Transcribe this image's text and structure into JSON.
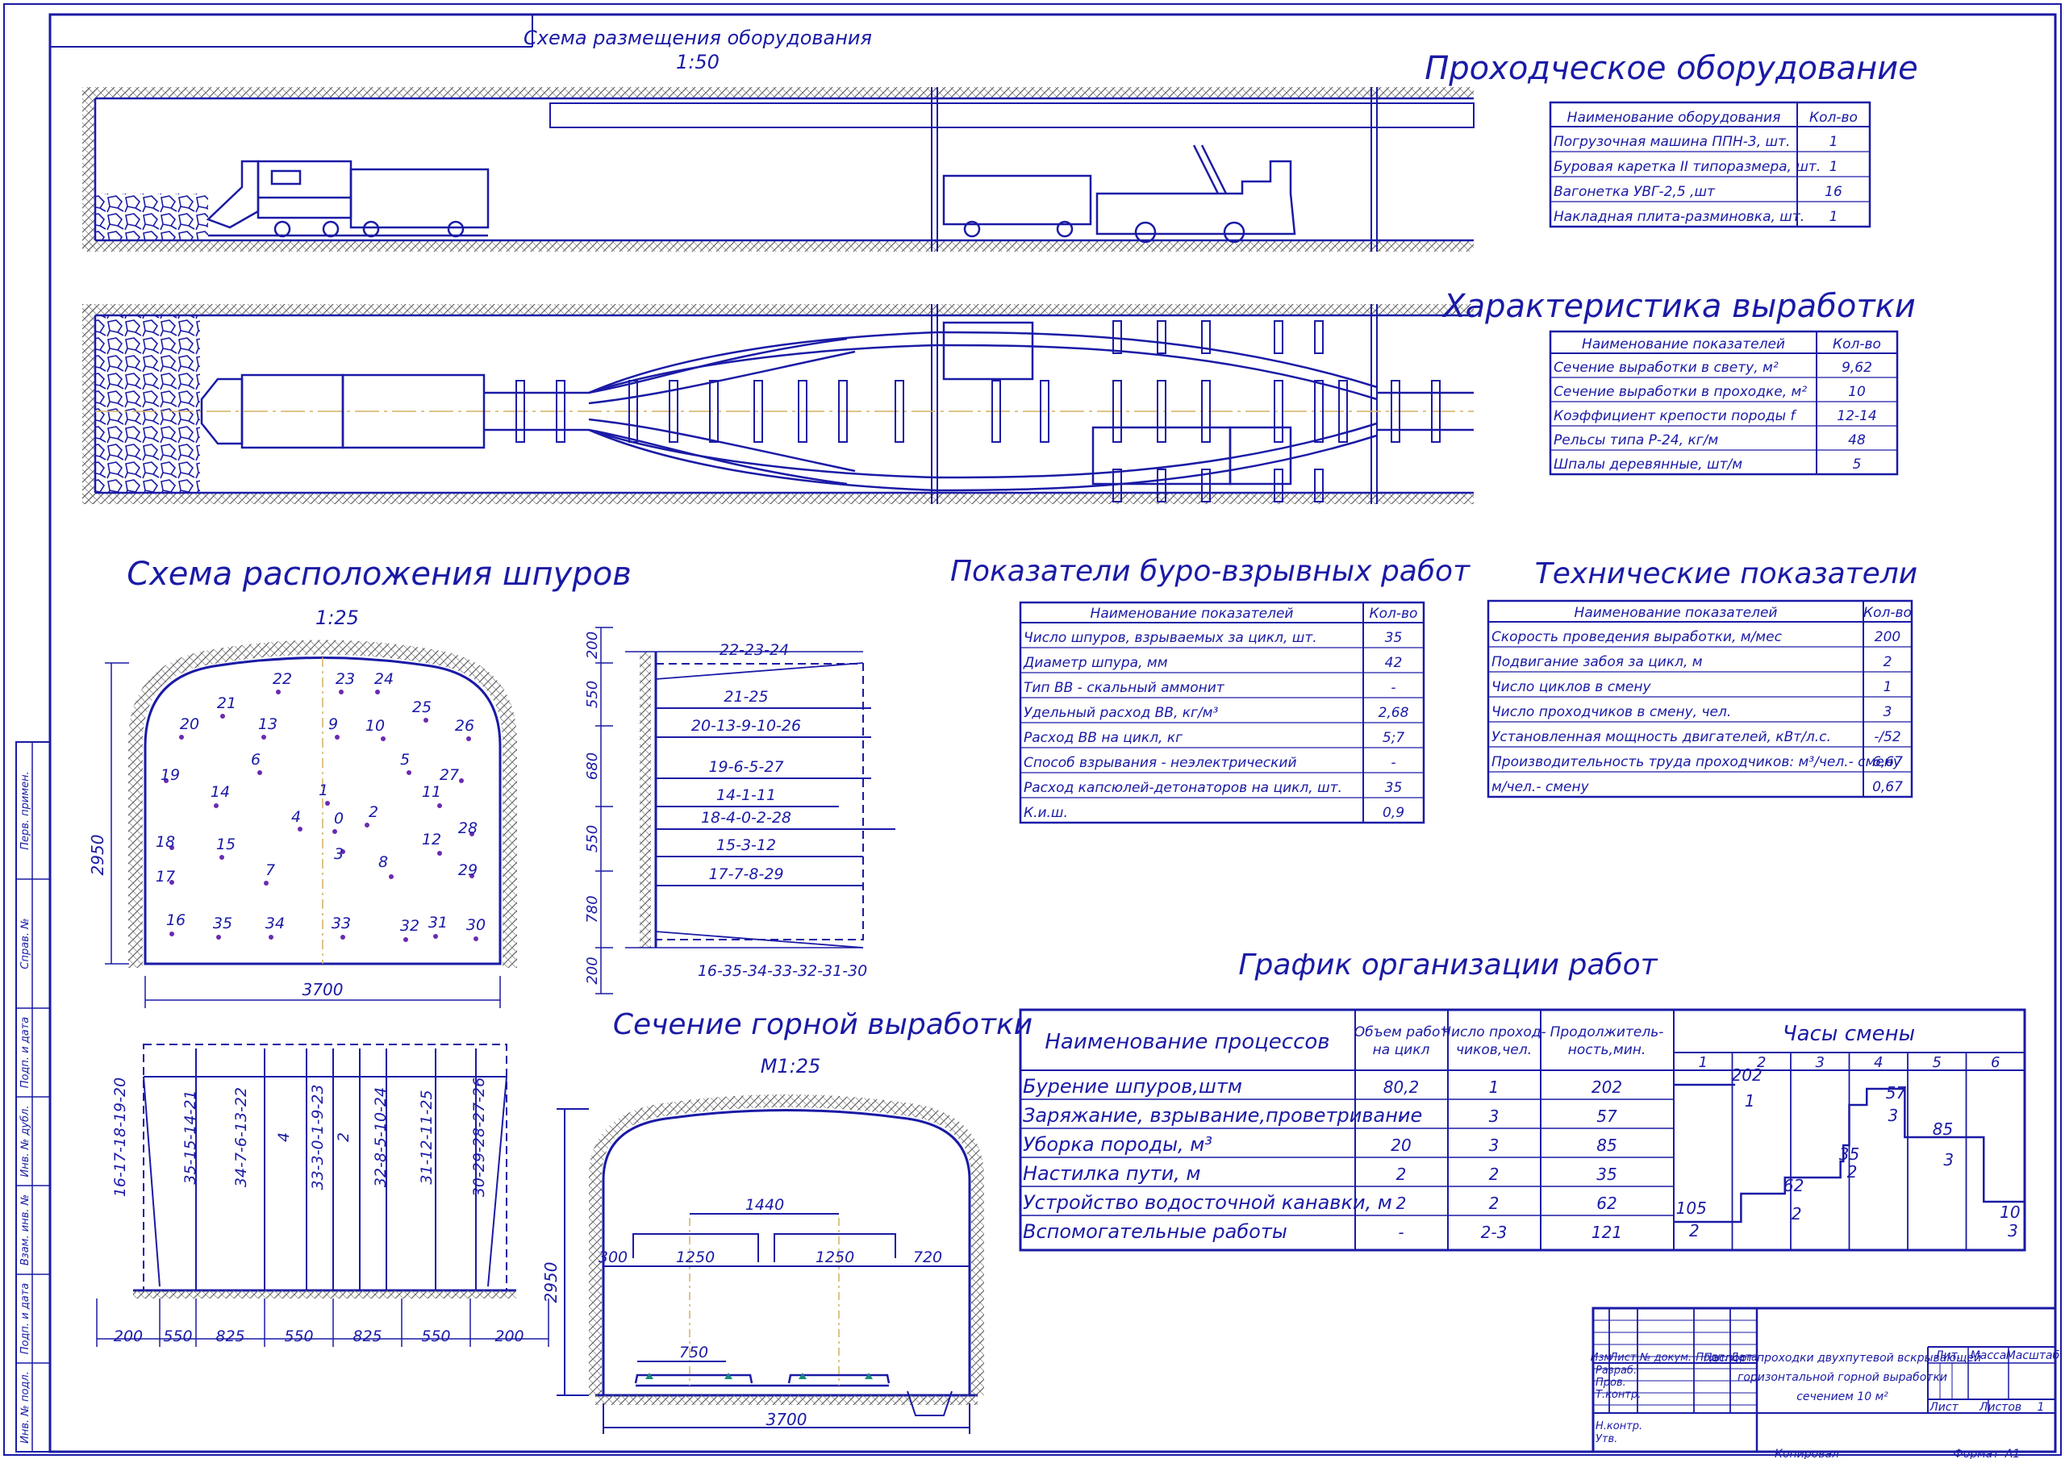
{
  "colors": {
    "line": "#1a1aa6",
    "hatch": "#555555",
    "axis": "#d4b060",
    "rail": "#1a8a7a"
  },
  "plan": {
    "title": "Схема размещения оборудования",
    "scale": "1:50"
  },
  "equipment": {
    "title": "Проходческое оборудование",
    "headers": [
      "Наименование оборудования",
      "Кол-во"
    ],
    "rows": [
      [
        "Погрузочная машина ППН-3, шт.",
        "1"
      ],
      [
        "Буровая каретка II типоразмера, шт.",
        "1"
      ],
      [
        "Вагонетка УВГ-2,5 ,шт",
        "16"
      ],
      [
        "Накладная плита-разминовка, шт.",
        "1"
      ]
    ]
  },
  "workings": {
    "title": "Характеристика выработки",
    "headers": [
      "Наименование показателей",
      "Кол-во"
    ],
    "rows": [
      [
        "Сечение выработки в свету, м²",
        "9,62"
      ],
      [
        "Сечение выработки в проходке, м²",
        "10"
      ],
      [
        "Коэффициент крепости породы f",
        "12-14"
      ],
      [
        "Рельсы типа Р-24, кг/м",
        "48"
      ],
      [
        "Шпалы деревянные, шт/м",
        "5"
      ]
    ]
  },
  "drilling": {
    "title": "Показатели буро-взрывных работ",
    "headers": [
      "Наименование показателей",
      "Кол-во"
    ],
    "rows": [
      [
        "Число шпуров, взрываемых за цикл, шт.",
        "35"
      ],
      [
        "Диаметр шпура, мм",
        "42"
      ],
      [
        "Тип ВВ - скальный аммонит",
        "-"
      ],
      [
        "Удельный расход ВВ, кг/м³",
        "2,68"
      ],
      [
        "Расход ВВ на цикл, кг",
        "5;7"
      ],
      [
        "Способ взрывания - неэлектрический",
        "-"
      ],
      [
        "Расход капсюлей-детонаторов на цикл, шт.",
        "35"
      ],
      [
        "К.и.ш.",
        "0,9"
      ]
    ]
  },
  "technical": {
    "title": "Технические показатели",
    "headers": [
      "Наименование показателей",
      "Кол-во"
    ],
    "rows": [
      [
        "Скорость проведения выработки, м/мес",
        "200"
      ],
      [
        "Подвигание забоя за цикл, м",
        "2"
      ],
      [
        "Число циклов в смену",
        "1"
      ],
      [
        "Число проходчиков в смену, чел.",
        "3"
      ],
      [
        "Установленная мощность двигателей, кВт/л.с.",
        "-/52"
      ],
      [
        "Производительность труда проходчиков: м³/чел.- смену",
        "6,67"
      ],
      [
        "м/чел.- смену",
        "0,67"
      ]
    ]
  },
  "holes": {
    "title": "Схема расположения шпуров",
    "scale": "1:25",
    "width": "3700",
    "height": "2950",
    "labels": [
      "22",
      "23",
      "24",
      "21",
      "25",
      "20",
      "26",
      "13",
      "9",
      "10",
      "19",
      "6",
      "5",
      "27",
      "14",
      "1",
      "11",
      "4",
      "0",
      "2",
      "18",
      "15",
      "3",
      "28",
      "12",
      "17",
      "7",
      "8",
      "29",
      "16",
      "35",
      "34",
      "33",
      "32",
      "31",
      "30"
    ],
    "side_dims": [
      "200",
      "550",
      "680",
      "550",
      "780",
      "200"
    ],
    "groups": [
      "22-23-24",
      "21-25",
      "20-13-9-10-26",
      "19-6-5-27",
      "14-1-11",
      "18-4-0-2-28",
      "15-3-12",
      "17-7-8-29",
      "16-35-34-33-32-31-30"
    ]
  },
  "plan_section": {
    "groups": [
      "16-17-18-19-20",
      "35-15-14-21",
      "34-7-6-13-22",
      "4",
      "33-3-0-1-9-23",
      "2",
      "32-8-5-10-24",
      "31-12-11-25",
      "30-29-28-27-26"
    ],
    "dims": [
      "200",
      "550",
      "825",
      "550",
      "825",
      "550",
      "200"
    ]
  },
  "section": {
    "title": "Сечение горной выработки",
    "scale": "М1:25",
    "dims": {
      "track": "1440",
      "left": "300",
      "g1": "1250",
      "g2": "1250",
      "right": "720",
      "rail": "750",
      "height": "2950",
      "width": "3700"
    }
  },
  "schedule": {
    "title": "График организации работ",
    "headers": {
      "process": "Наименование процессов",
      "volume": "Объем работ на цикл",
      "workers": "Число проход- чиков,чел.",
      "duration": "Продолжитель- ность,мин.",
      "hours": "Часы смены"
    },
    "hour_cols": [
      "1",
      "2",
      "3",
      "4",
      "5",
      "6"
    ],
    "rows": [
      {
        "name": "Бурение шпуров,штм",
        "volume": "80,2",
        "workers": "1",
        "duration": "202"
      },
      {
        "name": "Заряжание, взрывание,проветривание",
        "volume": "-",
        "workers": "3",
        "duration": "57"
      },
      {
        "name": "Уборка породы, м³",
        "volume": "20",
        "workers": "3",
        "duration": "85"
      },
      {
        "name": "Настилка пути, м",
        "volume": "2",
        "workers": "2",
        "duration": "35"
      },
      {
        "name": "Устройство водосточной канавки, м",
        "volume": "2",
        "workers": "2",
        "duration": "62"
      },
      {
        "name": "Вспомогательные работы",
        "volume": "-",
        "workers": "2-3",
        "duration": "121"
      }
    ],
    "chart_labels": [
      {
        "t": "202",
        "h": 1.25
      },
      {
        "t": "1",
        "h": 1.3
      },
      {
        "t": "57",
        "h": 3.8
      },
      {
        "t": "3",
        "h": 3.75
      },
      {
        "t": "85",
        "h": 4.6
      },
      {
        "t": "3",
        "h": 4.7
      },
      {
        "t": "35",
        "h": 3.0
      },
      {
        "t": "2",
        "h": 3.05
      },
      {
        "t": "62",
        "h": 2.05
      },
      {
        "t": "2",
        "h": 2.1
      },
      {
        "t": "105",
        "h": 0.3
      },
      {
        "t": "2",
        "h": 0.35
      },
      {
        "t": "10",
        "h": 5.75
      },
      {
        "t": "3",
        "h": 5.8
      }
    ]
  },
  "title_block": {
    "description": "Паспорт проходки двухпутевой вскрывающей горизонтальной горной выработки сечением 10 м²",
    "cols": [
      "Изм",
      "Лист",
      "№ докум.",
      "Подп.",
      "Дата"
    ],
    "roles": [
      "Разраб.",
      "Пров.",
      "Т.контр.",
      "Н.контр.",
      "Утв."
    ],
    "lit": "Лит.",
    "mass": "Масса",
    "scale": "Масштаб",
    "sheet": "Лист",
    "sheets": "Листов",
    "sheets_val": "1",
    "copied": "Копировал",
    "format": "Формат",
    "format_val": "А1"
  },
  "side_stamp": [
    "Перв. примен.",
    "Справ. №",
    "Подп. и дата",
    "Инв. № дубл.",
    "Взам. инв. №",
    "Подп. и дата",
    "Инв. № подл."
  ]
}
